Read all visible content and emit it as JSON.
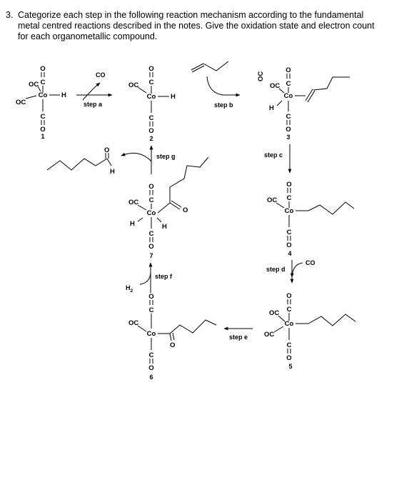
{
  "question": {
    "number": "3.",
    "text": "Categorize each step in the following reaction mechanism according to the fundamental metal centred reactions described in the notes. Give the oxidation state and electron count for each organometallic compound."
  },
  "atoms": {
    "co_metal": "Co",
    "carbonyl_left": "OC",
    "carbon": "C",
    "oxygen": "O",
    "hydrogen": "H",
    "h2_main": "H",
    "h2_sub": "2",
    "co_ligand": "CO"
  },
  "steps": {
    "a": "step a",
    "b": "step b",
    "c": "step c",
    "d": "step d",
    "e": "step e",
    "f": "step f",
    "g": "step g"
  },
  "compounds": {
    "c1": "1",
    "c2": "2",
    "c3": "3",
    "c4": "4",
    "c5": "5",
    "c6": "6",
    "c7": "7"
  }
}
